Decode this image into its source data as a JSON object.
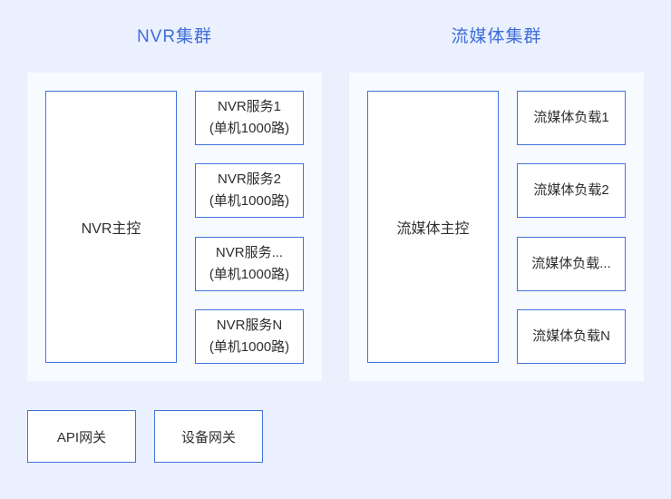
{
  "colors": {
    "page_bg": "#eaf0fd",
    "panel_bg": "#f7fafe",
    "box_border": "#4273dd",
    "title_color": "#3e6ddb",
    "text_color": "#2e2e2e"
  },
  "clusters": [
    {
      "title": "NVR集群",
      "main": "NVR主控",
      "nodes": [
        {
          "line1": "NVR服务1",
          "line2": "(单机1000路)"
        },
        {
          "line1": "NVR服务2",
          "line2": "(单机1000路)"
        },
        {
          "line1": "NVR服务...",
          "line2": "(单机1000路)"
        },
        {
          "line1": "NVR服务N",
          "line2": "(单机1000路)"
        }
      ]
    },
    {
      "title": "流媒体集群",
      "main": "流媒体主控",
      "nodes": [
        {
          "line1": "流媒体负载1",
          "line2": ""
        },
        {
          "line1": "流媒体负载2",
          "line2": ""
        },
        {
          "line1": "流媒体负载...",
          "line2": ""
        },
        {
          "line1": "流媒体负载N",
          "line2": ""
        }
      ]
    }
  ],
  "gateways": [
    {
      "label": "API网关"
    },
    {
      "label": "设备网关"
    }
  ]
}
